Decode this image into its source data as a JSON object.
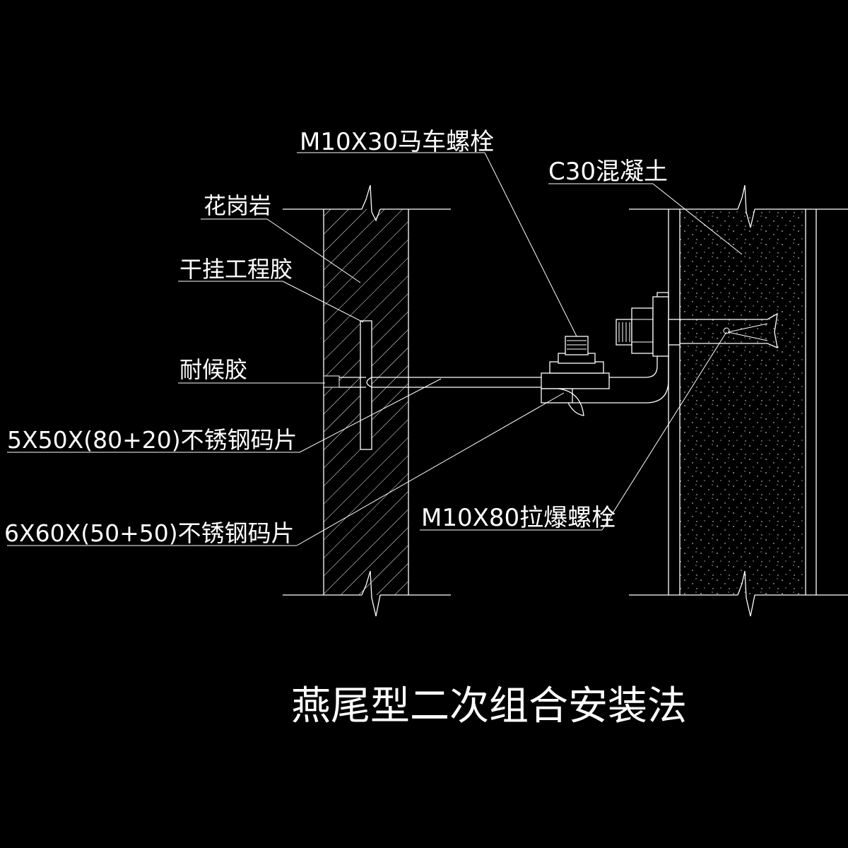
{
  "labels": {
    "carriage_bolt": "M10X30马车螺栓",
    "concrete": "C30混凝土",
    "granite": "花岗岩",
    "dry_hang_adhesive": "干挂工程胶",
    "weather_sealant": "耐候胶",
    "clip_small": "5X50X(80+20)不锈钢码片",
    "clip_large": "6X60X(50+50)不锈钢码片",
    "expansion_bolt": "M10X80拉爆螺栓"
  },
  "title": "燕尾型二次组合安装法",
  "colors": {
    "background": "#000000",
    "lines": "#ffffff"
  }
}
